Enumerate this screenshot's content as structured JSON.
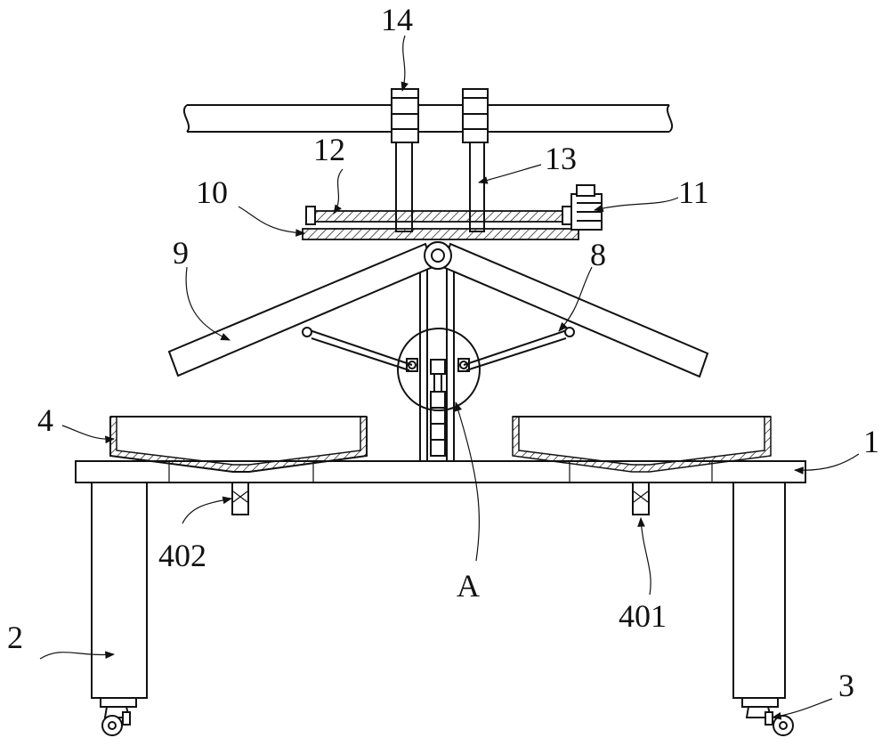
{
  "callouts": {
    "c1": "1",
    "c2": "2",
    "c3": "3",
    "c4": "4",
    "c401": "401",
    "c402": "402",
    "c8": "8",
    "c9": "9",
    "c10": "10",
    "c11": "11",
    "c12": "12",
    "c13": "13",
    "c14": "14",
    "cA": "A"
  }
}
